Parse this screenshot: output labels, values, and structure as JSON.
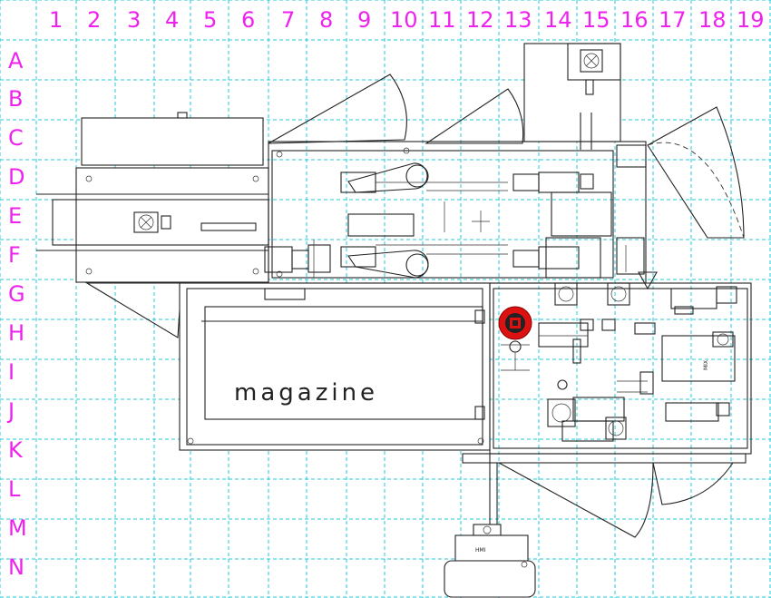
{
  "grid": {
    "columns": [
      "1",
      "2",
      "3",
      "4",
      "5",
      "6",
      "7",
      "8",
      "9",
      "10",
      "11",
      "12",
      "13",
      "14",
      "15",
      "16",
      "17",
      "18",
      "19"
    ],
    "rows": [
      "A",
      "B",
      "C",
      "D",
      "E",
      "F",
      "G",
      "H",
      "I",
      "J",
      "K",
      "L",
      "M",
      "N"
    ]
  },
  "labels": {
    "magazine": "magazine",
    "hmi": "HMI",
    "mix": "MIX"
  },
  "colors": {
    "grid": "#22c8d8",
    "grid_labels": "#ee22ee",
    "drawing": "#222222",
    "emergency_stop": "#dd1111"
  }
}
